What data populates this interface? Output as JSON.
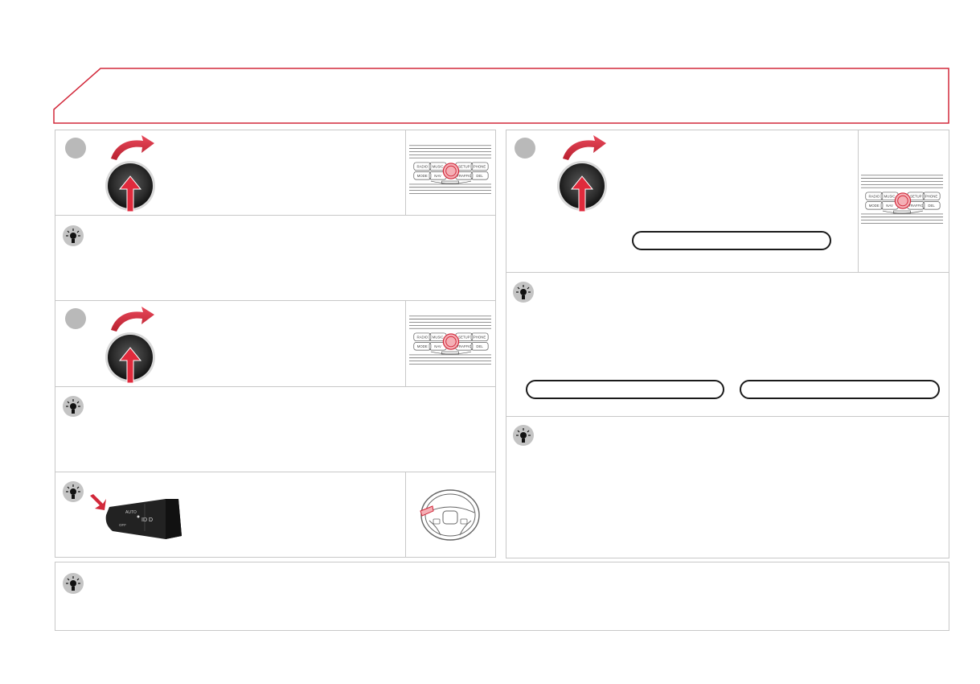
{
  "header": {
    "title": ""
  },
  "steps": [
    {
      "id": "step-1",
      "knob_action": "turn-and-press"
    },
    {
      "id": "step-2",
      "knob_action": "turn-and-press"
    },
    {
      "id": "step-3",
      "knob_action": "turn-and-press"
    }
  ],
  "console": {
    "buttons_top": [
      "RADIO",
      "MUSIC",
      "SETUP",
      "PHONE"
    ],
    "buttons_bottom": [
      "MODE",
      "NAV",
      "TRAFFIC",
      "DEL"
    ]
  },
  "icons": {
    "arrow": "curved-arrow-icon",
    "knob": "rotary-knob-icon",
    "tip": "lightbulb-icon",
    "stalk": "steering-column-stalk-icon",
    "wheel": "steering-wheel-icon"
  },
  "colors": {
    "accent": "#d2283a",
    "panel_border": "#c8c8c8",
    "circle_grey": "#b9b9b9"
  }
}
